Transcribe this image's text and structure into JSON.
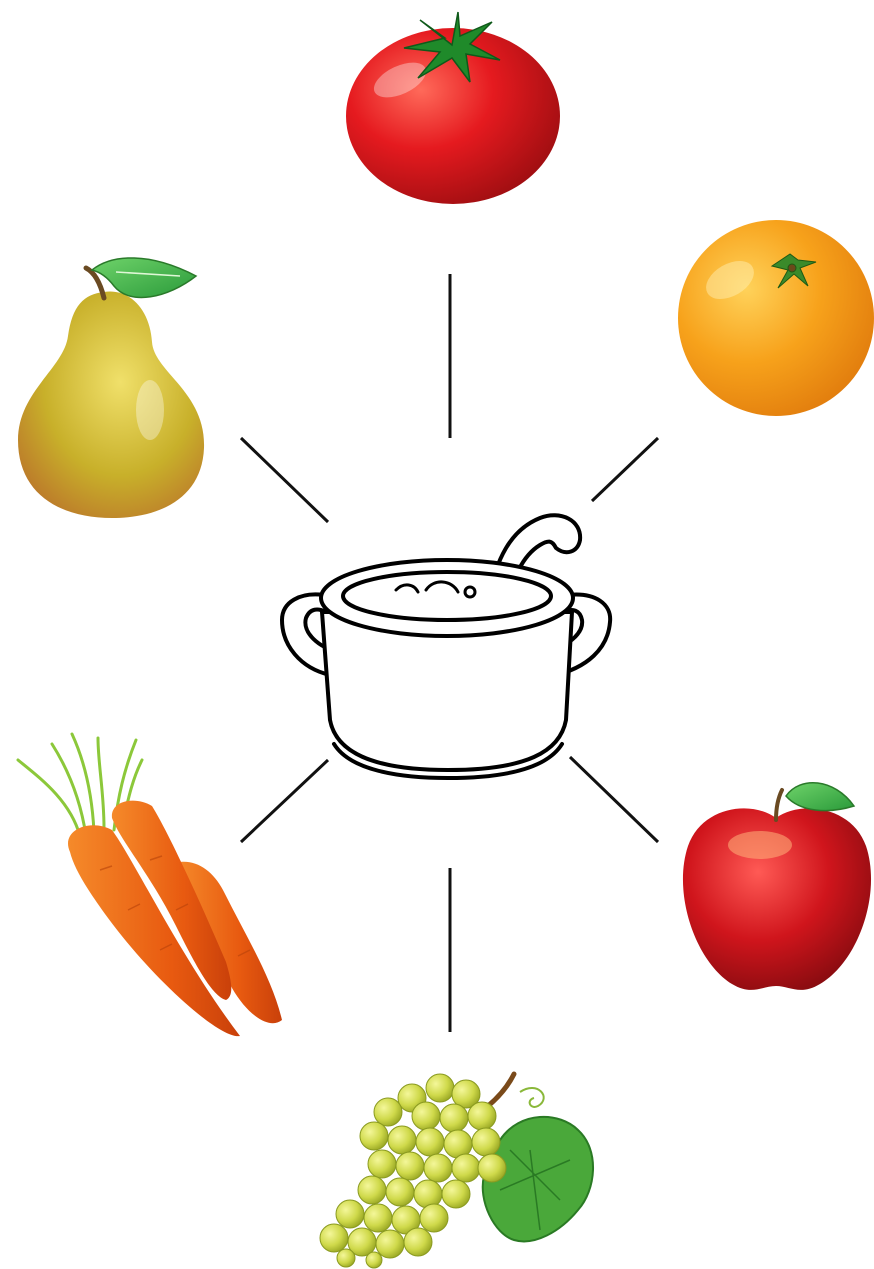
{
  "diagram": {
    "center": {
      "name": "pot",
      "icon": "soup-pot-icon"
    },
    "items": [
      {
        "name": "tomato",
        "icon": "tomato-icon",
        "color": "#d9141a"
      },
      {
        "name": "orange",
        "icon": "orange-icon",
        "color": "#f7a21b"
      },
      {
        "name": "apple",
        "icon": "apple-icon",
        "color": "#c8121a"
      },
      {
        "name": "grapes",
        "icon": "grapes-icon",
        "color": "#c9d84a"
      },
      {
        "name": "carrots",
        "icon": "carrot-icon",
        "color": "#f06a12"
      },
      {
        "name": "pear",
        "icon": "pear-icon",
        "color": "#c9b52a"
      }
    ],
    "line_color": "#111111"
  }
}
